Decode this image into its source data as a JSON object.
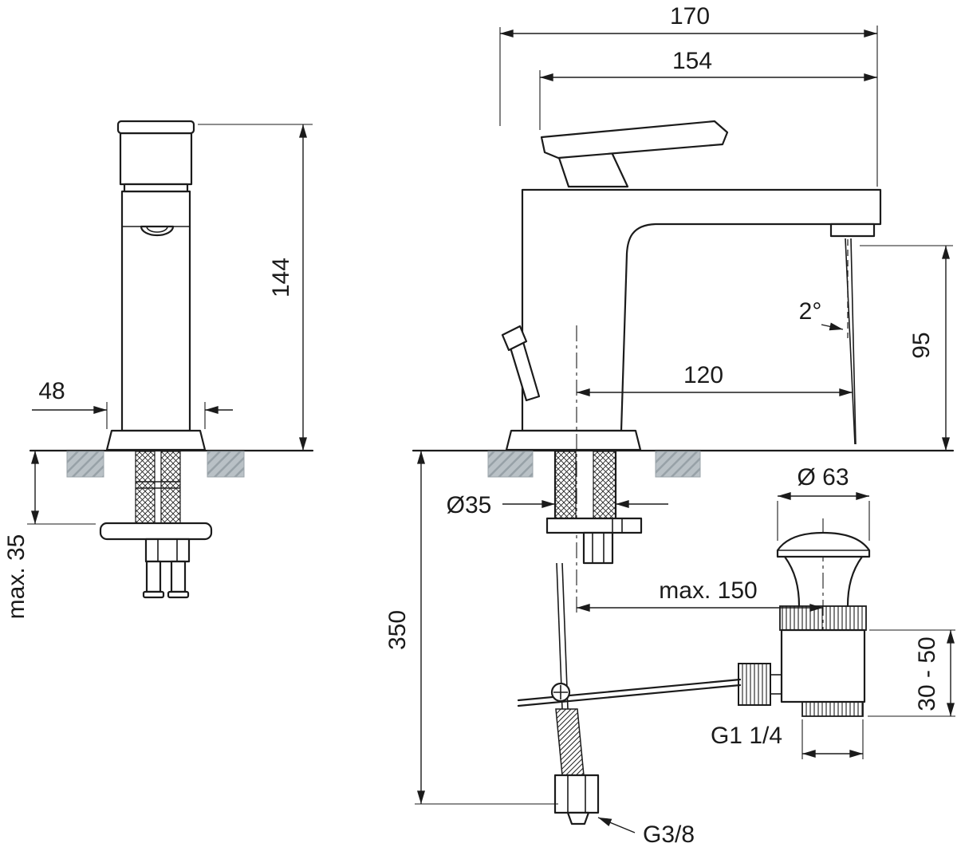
{
  "drawing": {
    "product": "single-lever-basin-mixer-technical-drawing",
    "views": {
      "front": {
        "height": "144",
        "base_width": "48",
        "deck_thickness": "max. 35"
      },
      "side": {
        "overall_depth": "170",
        "body_depth": "154",
        "spout_height": "95",
        "spout_reach": "120",
        "stream_angle": "2°",
        "hole_diameter": "Ø35",
        "hose_length": "350"
      },
      "waste": {
        "flange_diameter": "Ø 63",
        "rod_reach": "max. 150",
        "height_range": "30 - 50",
        "outlet_thread": "G1 1/4"
      },
      "supply": {
        "connection_thread": "G3/8"
      }
    },
    "colors": {
      "line": "#1b1b1b",
      "deck_fill": "#b9c1c6",
      "background": "#ffffff"
    }
  }
}
